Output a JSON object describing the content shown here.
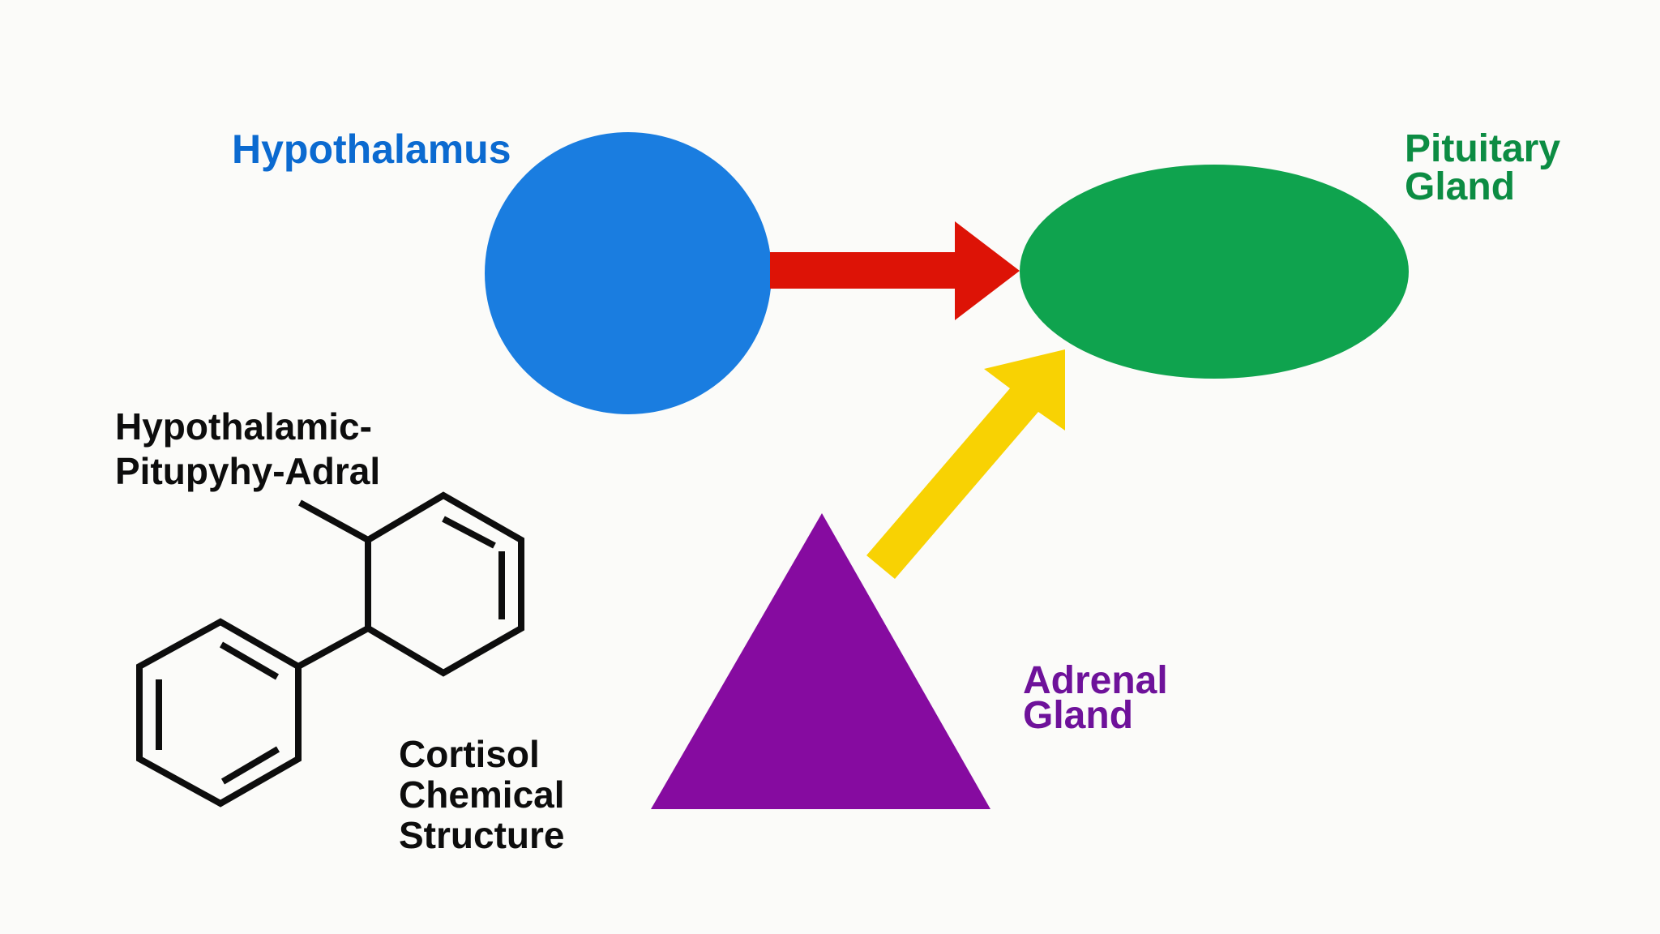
{
  "diagram": {
    "type": "HPA axis schematic",
    "colors": {
      "background": "#fbfbf9",
      "hypothalamus": "#1a7de0",
      "hypothalamus_text": "#0b6ad0",
      "pituitary": "#0fa34e",
      "pituitary_text": "#0c8c43",
      "adrenal": "#860ba0",
      "adrenal_text": "#6e129a",
      "red_arrow": "#dd1306",
      "yellow_arrow": "#f8d203",
      "structure_ink": "#0d0d0d"
    },
    "nodes": [
      {
        "id": "hypothalamus",
        "shape": "circle",
        "label_lines": [
          "Hypothalamus"
        ]
      },
      {
        "id": "pituitary",
        "shape": "ellipse",
        "label_lines": [
          "Pituitary",
          "Gland"
        ]
      },
      {
        "id": "adrenal",
        "shape": "triangle",
        "label_lines": [
          "Adrenal",
          "Gland"
        ]
      }
    ],
    "edges": [
      {
        "from": "hypothalamus",
        "to": "pituitary",
        "color": "red"
      },
      {
        "from": "adrenal",
        "to": "pituitary",
        "color": "yellow"
      }
    ],
    "annotations": {
      "axis_title_lines": [
        "Hypothalamic-",
        "Pitupyhy-Adral"
      ],
      "structure_caption_lines": [
        "Cortisol",
        "Chemical",
        "Structure"
      ]
    }
  }
}
